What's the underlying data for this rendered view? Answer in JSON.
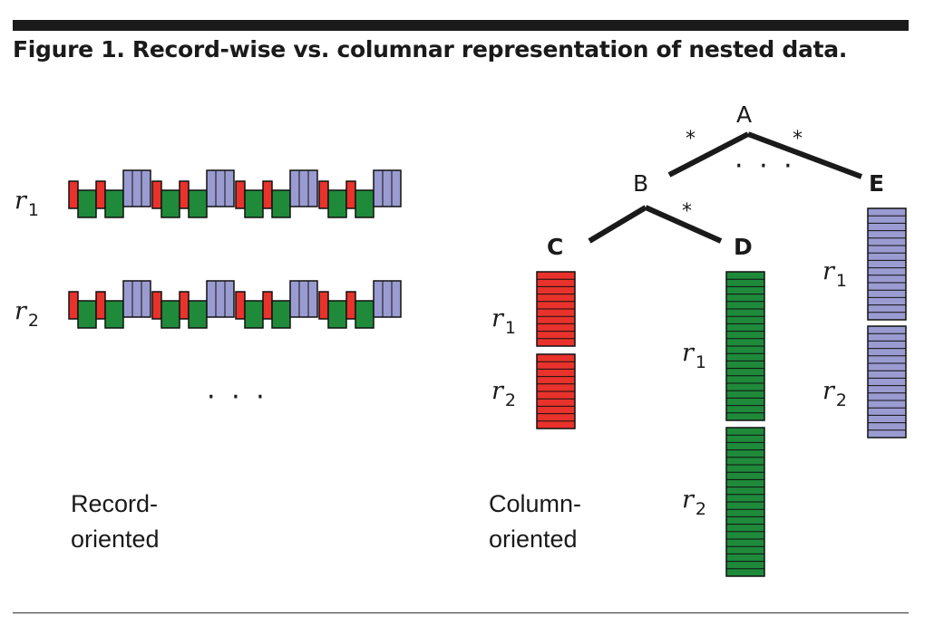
{
  "figure": {
    "caption": "Figure 1. Record-wise vs. columnar representation of nested data.",
    "colors": {
      "C": "#e8322b",
      "D": "#1f8a3a",
      "E": "#9a9bd1",
      "line": "#1a1a1a"
    },
    "record_labels": {
      "r": "r",
      "sub1": "1",
      "sub2": "2"
    },
    "ellipsis": "· · ·",
    "record_oriented": {
      "line1": "Record-",
      "line2": "oriented"
    },
    "column_oriented": {
      "line1": "Column-",
      "line2": "oriented"
    },
    "tree": {
      "root": "A",
      "inner": "B",
      "star": "*",
      "leaves": [
        "C",
        "D",
        "E"
      ]
    }
  }
}
